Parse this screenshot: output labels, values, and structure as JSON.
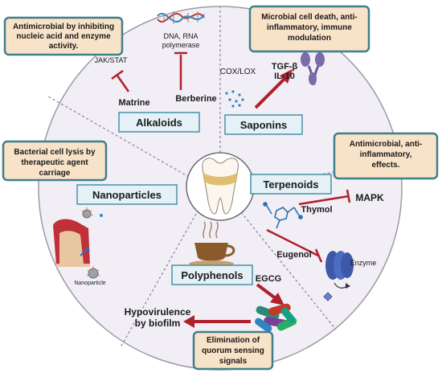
{
  "colors": {
    "wheel": "#f1eef5",
    "wheel_border": "#9e9aa8",
    "category_box_fill": "#e4f1f7",
    "category_box_border": "#4a90a8",
    "effect_box_fill": "#f8e3c8",
    "effect_box_border": "#3f7f8d",
    "inhibit": "#b0202b",
    "arrow": "#b0202b"
  },
  "categories": {
    "alkaloids": "Alkaloids",
    "saponins": "Saponins",
    "terpenoids": "Terpenoids",
    "nanoparticles": "Nanoparticles",
    "polyphenols": "Polyphenols"
  },
  "effects": {
    "alkaloids": [
      "Antimicrobial by inhibiting",
      "nucleic acid and enzyme",
      "activity."
    ],
    "saponins": [
      "Microbial cell death, anti-",
      "inflammatory, immune",
      "modulation"
    ],
    "nanoparticles": [
      "Bacterial cell lysis by",
      "therapeutic agent",
      "carriage"
    ],
    "terpenoids": [
      "Antimicrobial, anti-",
      "inflammatory,",
      "effects."
    ],
    "polyphenols": [
      "Elimination of",
      "quorum sensing",
      "signals"
    ]
  },
  "labels": {
    "jak_stat": "JAK/STAT",
    "matrine": "Matrine",
    "berberine": "Berberine",
    "dna_rna_polymerase": [
      "DNA, RNA",
      "polymerase"
    ],
    "cox_lox": "COX/LOX",
    "tgf_il10": [
      "TGF-β",
      "IL-10"
    ],
    "mapk": "MAPK",
    "thymol": "Thymol",
    "eugenol": "Eugenol",
    "enzyme": "Enzyme",
    "egcg": "EGCG",
    "hypovirulence": [
      "Hypovirulence",
      "by biofilm"
    ],
    "nanoparticle": "Nanoparticle"
  },
  "icons": [
    "dna-helix-icon",
    "antibody-receptor-icon",
    "tooth-icon",
    "coffee-cup-icon",
    "molecule-icon",
    "enzyme-icon",
    "bacteria-icon",
    "gum-tissue-icon",
    "nanoparticle-icon",
    "saponin-dots-icon"
  ]
}
